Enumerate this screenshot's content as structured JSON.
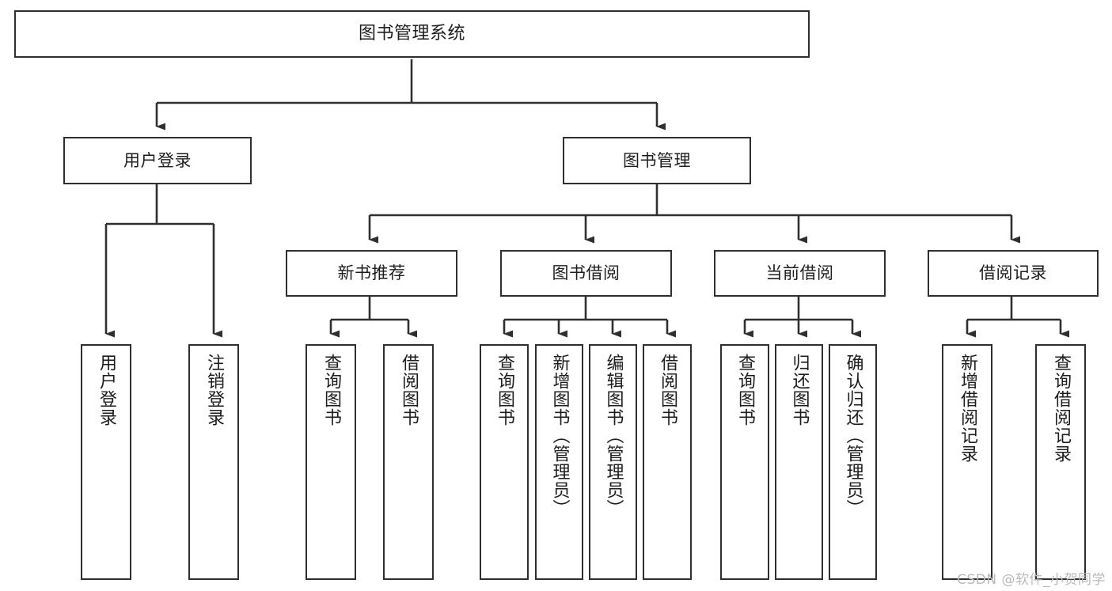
{
  "diagram": {
    "title": "图书管理系统",
    "type": "tree",
    "orientation": "top-down",
    "colors": {
      "box_border": "#2f2f2f",
      "box_fill": "#ffffff",
      "connector": "#2f2f2f",
      "text": "#1d1d1d",
      "watermark": "#b9b9b9",
      "background": "#ffffff"
    },
    "watermark": "CSDN @软件_小贺同学",
    "nodes": {
      "root": {
        "label": "图书管理系统"
      },
      "level2": [
        {
          "label": "用户登录"
        },
        {
          "label": "图书管理"
        }
      ],
      "level3": [
        {
          "label": "新书推荐"
        },
        {
          "label": "图书借阅"
        },
        {
          "label": "当前借阅"
        },
        {
          "label": "借阅记录"
        }
      ],
      "leaves": {
        "user_login": [
          {
            "label": "用户登录"
          },
          {
            "label": "注销登录"
          }
        ],
        "new_book_recommend": [
          {
            "label": "查询图书"
          },
          {
            "label": "借阅图书"
          }
        ],
        "book_borrow": [
          {
            "label": "查询图书"
          },
          {
            "label": "新增图书（管理员）"
          },
          {
            "label": "编辑图书（管理员）"
          },
          {
            "label": "借阅图书"
          }
        ],
        "current_borrow": [
          {
            "label": "查询图书"
          },
          {
            "label": "归还图书"
          },
          {
            "label": "确认归还（管理员）"
          }
        ],
        "borrow_records": [
          {
            "label": "新增借阅记录"
          },
          {
            "label": "查询借阅记录"
          }
        ]
      }
    }
  }
}
